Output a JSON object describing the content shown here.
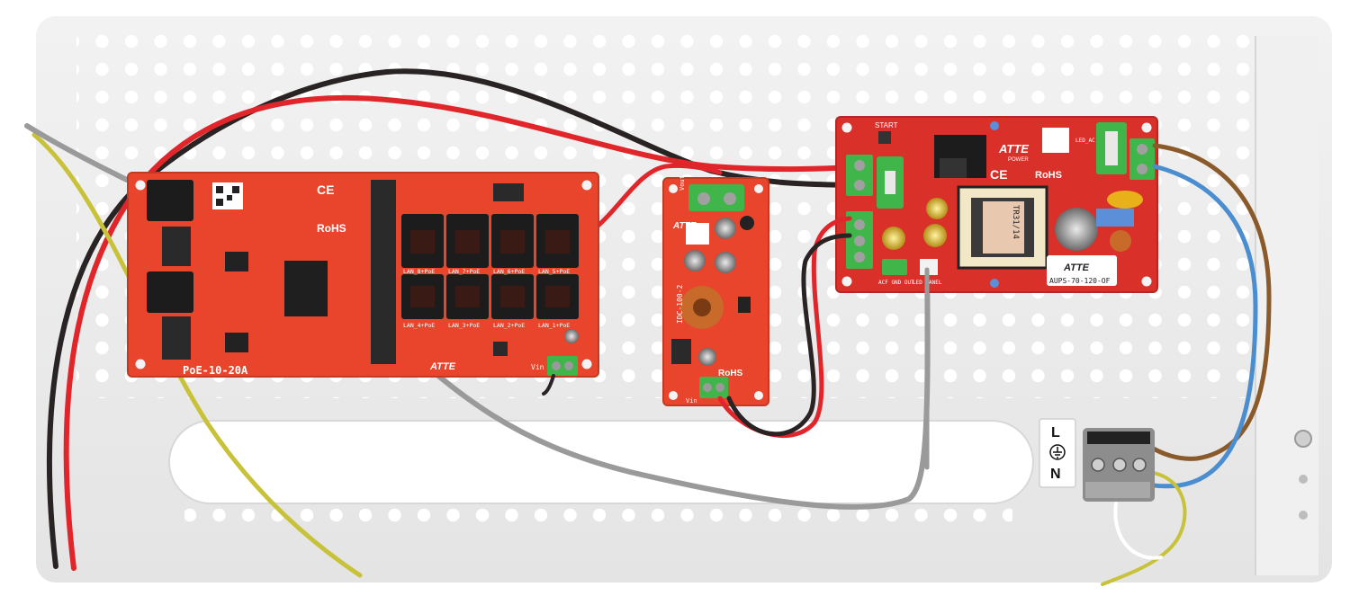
{
  "colors": {
    "background": "#ffffff",
    "mounting_plate": "#ebebeb",
    "pcb": "#e8452c",
    "psu_pcb": "#d9302a",
    "terminal_block": "#3fb54a",
    "wire_red": "#e0252b",
    "wire_black": "#2a2323",
    "wire_brown": "#8b5a2b",
    "wire_blue": "#4a8ed0",
    "wire_yellow_green": "#c8c23a",
    "wire_grey": "#9a9a9a"
  },
  "switch_board": {
    "model_label": "PoE-10-20A",
    "rohs_label": "RoHS",
    "ce_label": "CE",
    "brand": "ATTE",
    "input_label": "Vin",
    "lan_labels_top": [
      "LAN_8+PoE",
      "LAN_7+PoE",
      "LAN_6+PoE",
      "LAN_5+PoE"
    ],
    "lan_labels_bottom": [
      "LAN_4+PoE",
      "LAN_3+PoE",
      "LAN_2+PoE",
      "LAN_1+PoE"
    ]
  },
  "converter_board": {
    "model_label": "IDC-100-2",
    "brand": "ATTE",
    "rohs_label": "RoHS",
    "input_label": "Vin",
    "output_label": "Vout"
  },
  "psu_board": {
    "brand": "ATTE",
    "brand_sub": "POWER",
    "start_label": "START",
    "rohs_label": "RoHS",
    "ce_label": "CE",
    "model_label": "AUPS-70-120-OF",
    "transformer_label": "TR31/14",
    "acf_label": "ACF GND OUT",
    "led_label": "LED PANEL",
    "led_ac_label": "LED_AC"
  },
  "mains_terminal": {
    "line_label": "L",
    "neutral_label": "N",
    "earth_icon": "earth-ground-icon"
  }
}
